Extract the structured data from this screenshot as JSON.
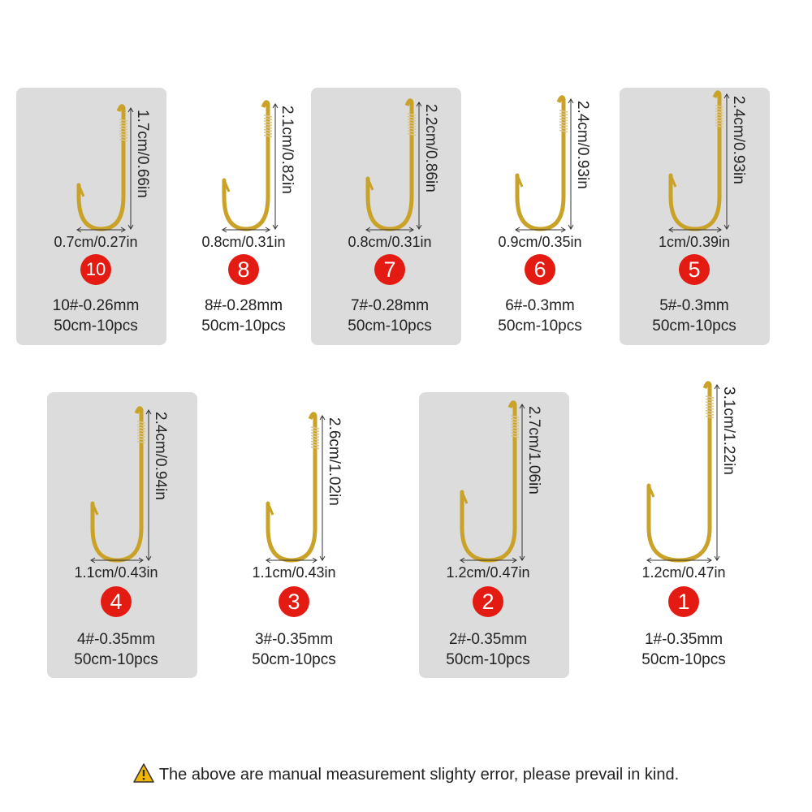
{
  "hooks": [
    {
      "badge": "10",
      "length": "1.7cm/0.66in",
      "width": "0.7cm/0.27in",
      "size": "10#-0.26mm",
      "pack": "50cm-10pcs",
      "shaded": true
    },
    {
      "badge": "8",
      "length": "2.1cm/0.82in",
      "width": "0.8cm/0.31in",
      "size": "8#-0.28mm",
      "pack": "50cm-10pcs",
      "shaded": false
    },
    {
      "badge": "7",
      "length": "2.2cm/0.86in",
      "width": "0.8cm/0.31in",
      "size": "7#-0.28mm",
      "pack": "50cm-10pcs",
      "shaded": true
    },
    {
      "badge": "6",
      "length": "2.4cm/0.93in",
      "width": "0.9cm/0.35in",
      "size": "6#-0.3mm",
      "pack": "50cm-10pcs",
      "shaded": false
    },
    {
      "badge": "5",
      "length": "2.4cm/0.93in",
      "width": "1cm/0.39in",
      "size": "5#-0.3mm",
      "pack": "50cm-10pcs",
      "shaded": true
    },
    {
      "badge": "4",
      "length": "2.4cm/0.94in",
      "width": "1.1cm/0.43in",
      "size": "4#-0.35mm",
      "pack": "50cm-10pcs",
      "shaded": true
    },
    {
      "badge": "3",
      "length": "2.6cm/1.02in",
      "width": "1.1cm/0.43in",
      "size": "3#-0.35mm",
      "pack": "50cm-10pcs",
      "shaded": false
    },
    {
      "badge": "2",
      "length": "2.7cm/1.06in",
      "width": "1.2cm/0.47in",
      "size": "2#-0.35mm",
      "pack": "50cm-10pcs",
      "shaded": true
    },
    {
      "badge": "1",
      "length": "3.1cm/1.22in",
      "width": "1.2cm/0.47in",
      "size": "1#-0.35mm",
      "pack": "50cm-10pcs",
      "shaded": false
    }
  ],
  "note": "The above are manual measurement slighty error, please prevail in kind.",
  "colors": {
    "badge": "#e31b12",
    "card": "#dcdcdc",
    "hook_gold": "#c9a227",
    "warning": "#f2b705"
  }
}
